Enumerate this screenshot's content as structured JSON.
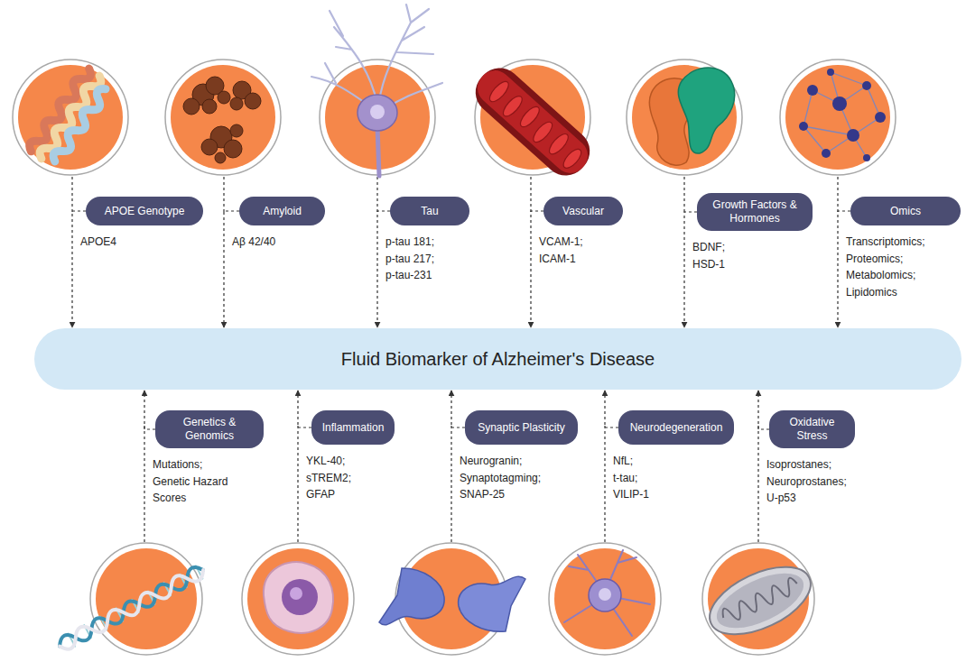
{
  "diagram": {
    "nodes": [
      {
        "text": [
          "APOE Genotype",
          "APOE4"
        ]
      },
      {
        "text": [
          "Amyloid",
          "Aβ 42/40"
        ]
      },
      {
        "text": [
          "Tau",
          "p-tau 181; p-tau 217; p-tau-231"
        ]
      },
      {
        "text": [
          "Vascular",
          "VCAM-1; ICAM-1"
        ]
      },
      {
        "text": [
          "Growth Factors & Hormones",
          "BDNF; HSD-1"
        ]
      },
      {
        "text": [
          "Omics",
          "Transcriptomics; Proteomics; Metabolomics; Lipidomics"
        ]
      },
      {
        "text": [
          "Fluid Biomarker of Alzheimer's Disease"
        ]
      },
      {
        "text": [
          "Genetics & Genomics",
          "Mutations; Genetic Hazard Scores"
        ]
      },
      {
        "text": [
          "Inflammation",
          "YKL-40; sTREM2; GFAP"
        ]
      },
      {
        "text": [
          "Synaptic Plasticity",
          "Neurogranin; Synaptotagming; SNAP-25"
        ]
      },
      {
        "text": [
          "Neurodegeneration",
          "NfL; t-tau; VILIP-1"
        ]
      },
      {
        "text": [
          "Oxidative Stress",
          "Isoprostanes; Neuroprostanes; U-p53"
        ]
      }
    ],
    "edges": [
      {
        "from": 0,
        "to": 6,
        "arrow": "to"
      },
      {
        "from": 1,
        "to": 6,
        "arrow": "to"
      },
      {
        "from": 2,
        "to": 6,
        "arrow": "to"
      },
      {
        "from": 3,
        "to": 6,
        "arrow": "to"
      },
      {
        "from": 4,
        "to": 6,
        "arrow": "to"
      },
      {
        "from": 5,
        "to": 6,
        "arrow": "to"
      },
      {
        "from": 7,
        "to": 6,
        "arrow": "to"
      },
      {
        "from": 8,
        "to": 6,
        "arrow": "to"
      },
      {
        "from": 9,
        "to": 6,
        "arrow": "to"
      },
      {
        "from": 10,
        "to": 6,
        "arrow": "to"
      },
      {
        "from": 11,
        "to": 6,
        "arrow": "to"
      }
    ]
  }
}
